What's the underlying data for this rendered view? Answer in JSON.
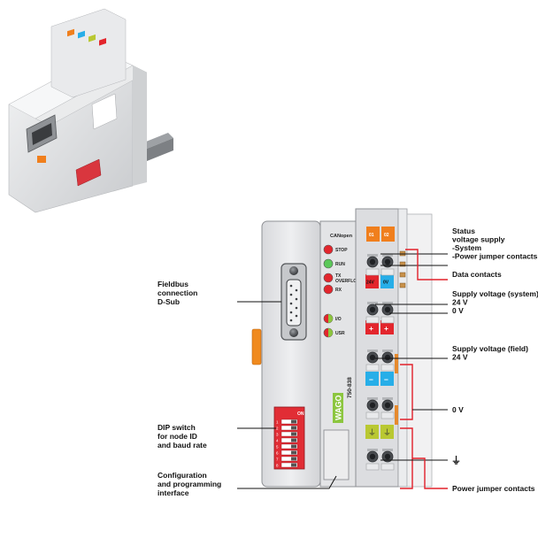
{
  "module": {
    "brand": "WAGO",
    "model": "750-838",
    "bus_label": "CANopen",
    "dip_on": "ON",
    "dip_numbers": [
      "1",
      "2",
      "3",
      "4",
      "5",
      "6",
      "7",
      "8"
    ]
  },
  "leds": [
    {
      "label": "STOP",
      "color": "#e3262d"
    },
    {
      "label": "RUN",
      "color": "#5cc85a"
    },
    {
      "label": "TX OVERFLOW",
      "color": "#e3262d"
    },
    {
      "label": "RX",
      "color": "#e3262d"
    }
  ],
  "io_leds": [
    {
      "label": "I/O"
    },
    {
      "label": "USR"
    }
  ],
  "terminal_tags": {
    "status_1": "01",
    "status_2": "02",
    "supply_pos": "24V",
    "supply_neg": "0V",
    "field_pos_a": "+",
    "field_pos_b": "+",
    "field_neg_a": "−",
    "field_neg_b": "−"
  },
  "colors": {
    "orange_tag": "#f07f1d",
    "red_tag": "#e3262d",
    "blue_tag": "#27aee8",
    "green_tag": "#b9c832",
    "module_body": "#e7e8ea",
    "red_bracket": "#e2202a"
  },
  "callouts_left": {
    "fieldbus": [
      "Fieldbus",
      "connection",
      "D-Sub"
    ],
    "dip": [
      "DIP switch",
      "for node ID",
      "and baud rate"
    ],
    "config": [
      "Configuration",
      "and programming",
      "interface"
    ]
  },
  "callouts_right": {
    "status": [
      "Status",
      "voltage supply",
      "-System",
      "-Power jumper contacts"
    ],
    "data": [
      "Data contacts"
    ],
    "supply_system": [
      "Supply voltage (system)",
      "24 V",
      "0 V"
    ],
    "supply_field": [
      "Supply voltage (field)",
      "24 V"
    ],
    "zero_v": [
      "0 V"
    ],
    "ground_symbol": "⏚",
    "power_jumper": [
      "Power jumper contacts"
    ]
  }
}
